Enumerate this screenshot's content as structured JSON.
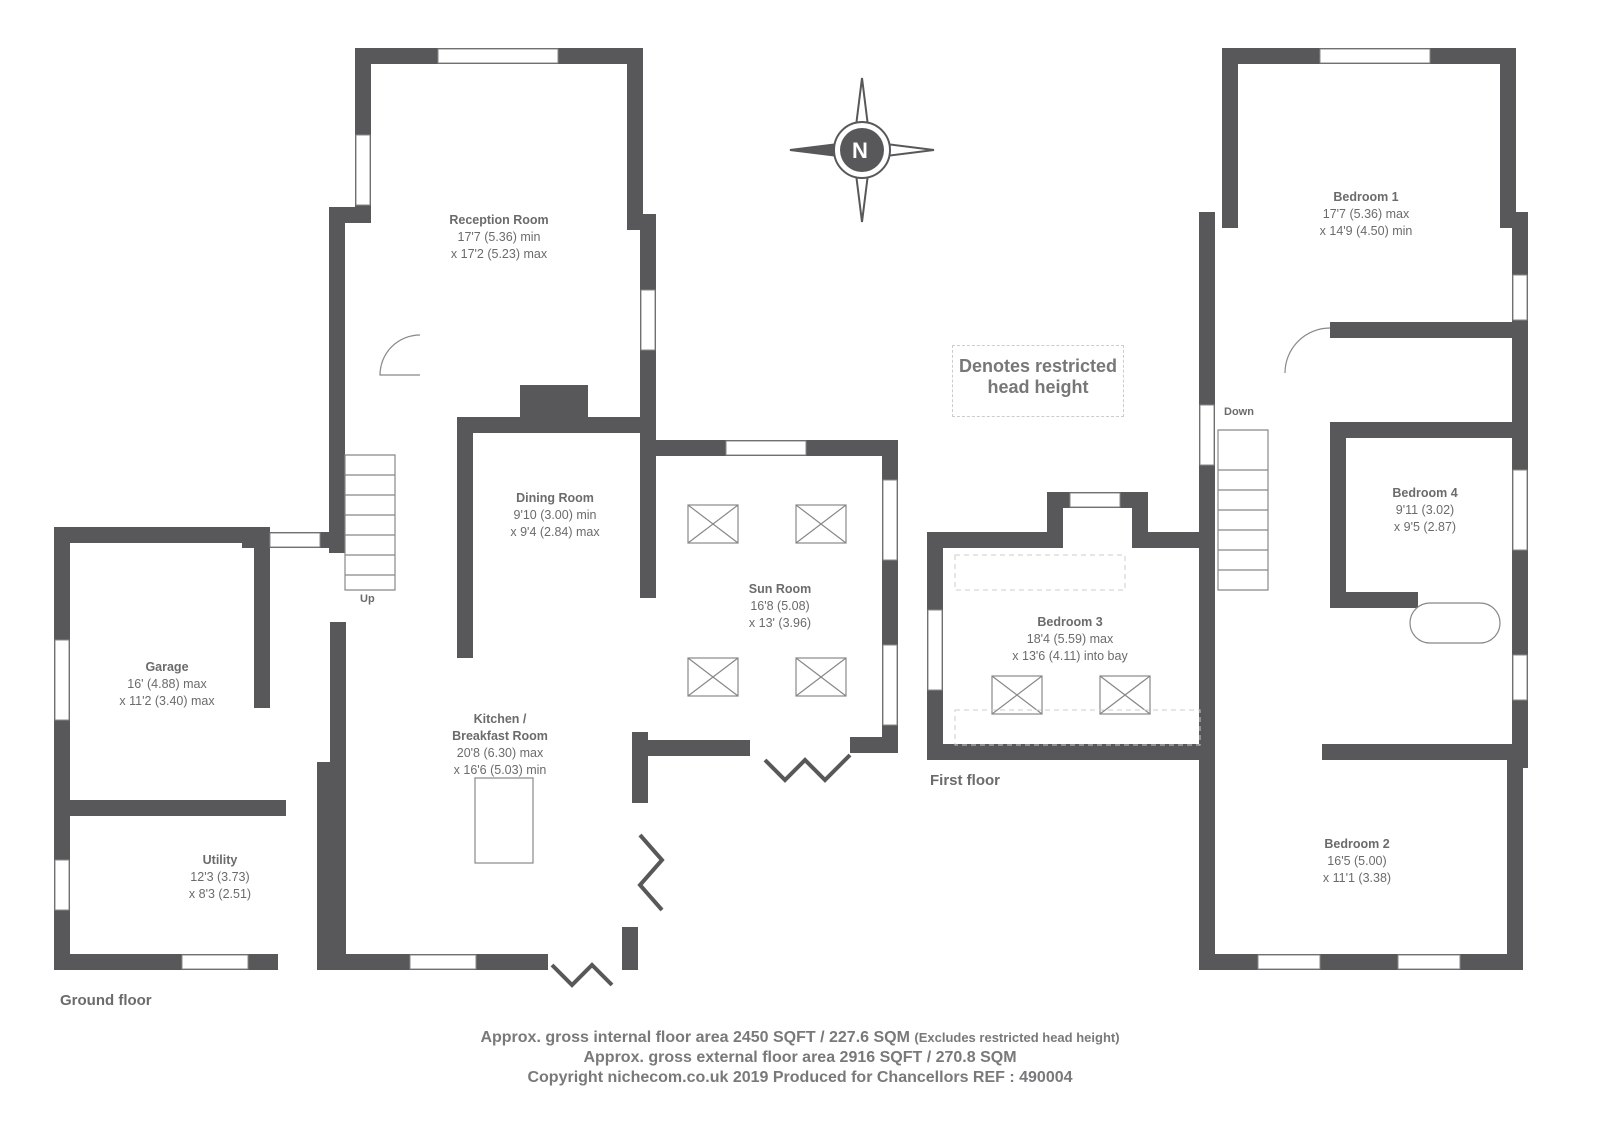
{
  "rooms": [
    {
      "name": "Reception Room",
      "l1": "17'7 (5.36) min",
      "l2": "x 17'2 (5.23) max"
    },
    {
      "name": "Dining Room",
      "l1": "9'10 (3.00) min",
      "l2": "x 9'4 (2.84) max"
    },
    {
      "name": "Sun Room",
      "l1": "16'8 (5.08)",
      "l2": "x 13' (3.96)"
    },
    {
      "name": "Garage",
      "l1": "16' (4.88) max",
      "l2": "x 11'2 (3.40) max"
    },
    {
      "name": "Kitchen /",
      "l1": "Breakfast Room",
      "l2": "20'8 (6.30) max",
      "l3": "x 16'6 (5.03) min"
    },
    {
      "name": "Utility",
      "l1": "12'3 (3.73)",
      "l2": "x 8'3 (2.51)"
    },
    {
      "name": "Bedroom 1",
      "l1": "17'7 (5.36) max",
      "l2": "x 14'9 (4.50) min"
    },
    {
      "name": "Bedroom 4",
      "l1": "9'11 (3.02)",
      "l2": "x 9'5 (2.87)"
    },
    {
      "name": "Bedroom 3",
      "l1": "18'4 (5.59) max",
      "l2": "x 13'6 (4.11) into bay"
    },
    {
      "name": "Bedroom 2",
      "l1": "16'5 (5.00)",
      "l2": "x 11'1 (3.38)"
    }
  ],
  "stairs": {
    "up": "Up",
    "down": "Down"
  },
  "floors": {
    "ground": "Ground floor",
    "first": "First floor"
  },
  "compass": "N",
  "legend": {
    "line1": "Denotes restricted",
    "line2": "head height"
  },
  "footer": {
    "internal": "Approx. gross internal floor area 2450 SQFT / 227.6 SQM",
    "internal_note": "(Excludes restricted head height)",
    "external": "Approx. gross external floor area 2916 SQFT / 270.8 SQM",
    "copyright": "Copyright nichecom.co.uk 2019 Produced for Chancellors REF : 490004"
  },
  "colors": {
    "wall": "#58585a",
    "text": "#6b6b6d"
  }
}
